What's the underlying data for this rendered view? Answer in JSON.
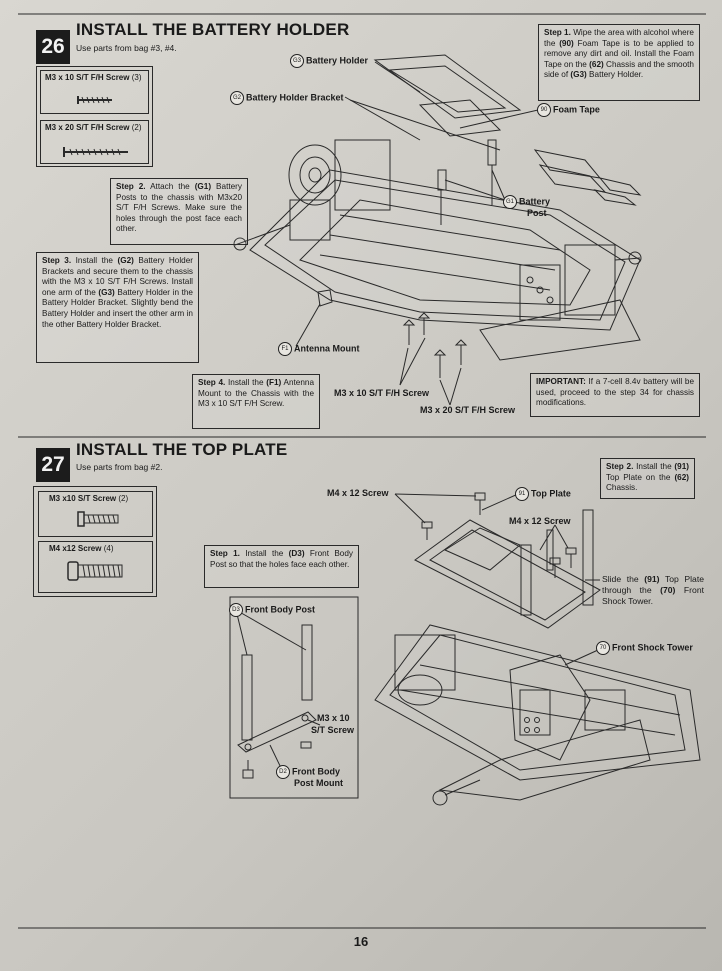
{
  "step26": {
    "number": "26",
    "title": "INSTALL THE BATTERY HOLDER",
    "subtitle": "Use parts from bag #3, #4.",
    "parts": [
      {
        "label": "M3 x 10 S/T F/H Screw",
        "qty": "(3)"
      },
      {
        "label": "M3 x 20 S/T F/H Screw",
        "qty": "(2)"
      }
    ],
    "step1": {
      "head": "Step 1.",
      "a": "Wipe the area with alcohol where the ",
      "b": "(90)",
      "c": " Foam Tape is to be applied to remove any dirt and oil. Install the  Foam Tape on the ",
      "d": "(62)",
      "e": " Chassis and the smooth side of ",
      "f": "(G3)",
      "g": " Battery Holder."
    },
    "step2": {
      "head": "Step 2.",
      "a": " Attach the ",
      "b": "(G1)",
      "c": " Battery Posts to the chassis with M3x20 S/T F/H Screws. Make sure the holes through the post face each other."
    },
    "step3": {
      "head": "Step 3.",
      "a": " Install the ",
      "b": "(G2)",
      "c": " Battery Holder Brackets and secure them to the chassis with the M3 x 10 S/T F/H Screws. Install one arm of the ",
      "d": "(G3)",
      "e": " Battery Holder in the Battery Holder Bracket. Slightly bend the Battery Holder and insert the other arm in the other Battery Holder Bracket."
    },
    "step4": {
      "head": "Step 4.",
      "a": " Install the ",
      "b": "(F1)",
      "c": " Antenna Mount to the Chassis with the M3 x 10 S/T F/H Screw."
    },
    "important": {
      "head": "IMPORTANT:",
      "text": " If a 7-cell 8.4v battery will be used, proceed to the step 34 for chassis modifications."
    },
    "callouts": {
      "g3_id": "G3",
      "g3": "Battery Holder",
      "g2_id": "G2",
      "g2": "Battery Holder Bracket",
      "f90_id": "90",
      "f90": "Foam Tape",
      "g1_id": "G1",
      "g1a": "Battery",
      "g1b": "Post",
      "f1_id": "F1",
      "f1": "Antenna Mount",
      "m310": "M3 x 10 S/T F/H Screw",
      "m320": "M3 x 20 S/T F/H Screw"
    }
  },
  "step27": {
    "number": "27",
    "title": "INSTALL THE TOP PLATE",
    "subtitle": "Use parts from bag #2.",
    "parts": [
      {
        "label": "M3 x10 S/T Screw",
        "qty": "(2)"
      },
      {
        "label": "M4 x12 Screw",
        "qty": "(4)"
      }
    ],
    "step1": {
      "head": "Step 1.",
      "a": " Install the ",
      "b": "(D3)",
      "c": " Front Body Post so that the holes face each other."
    },
    "step2": {
      "head": "Step 2.",
      "a": " Install the ",
      "b": "(91)",
      "c": " Top Plate on the ",
      "d": "(62)",
      "e": " Chassis."
    },
    "slide": {
      "a": "Slide the ",
      "b": "(91)",
      "c": " Top Plate through the ",
      "d": "(70)",
      "e": " Front Shock Tower."
    },
    "callouts": {
      "m412a": "M4 x 12 Screw",
      "t91_id": "91",
      "t91": "Top Plate",
      "m412b": "M4 x 12 Screw",
      "d3_id": "D3",
      "d3": "Front Body Post",
      "m310a": "M3 x 10",
      "m310b": "S/T Screw",
      "d2_id": "D2",
      "d2a": "Front Body",
      "d2b": "Post Mount",
      "t70_id": "70",
      "t70": "Front Shock Tower"
    }
  },
  "footer": {
    "page_number": "16"
  }
}
